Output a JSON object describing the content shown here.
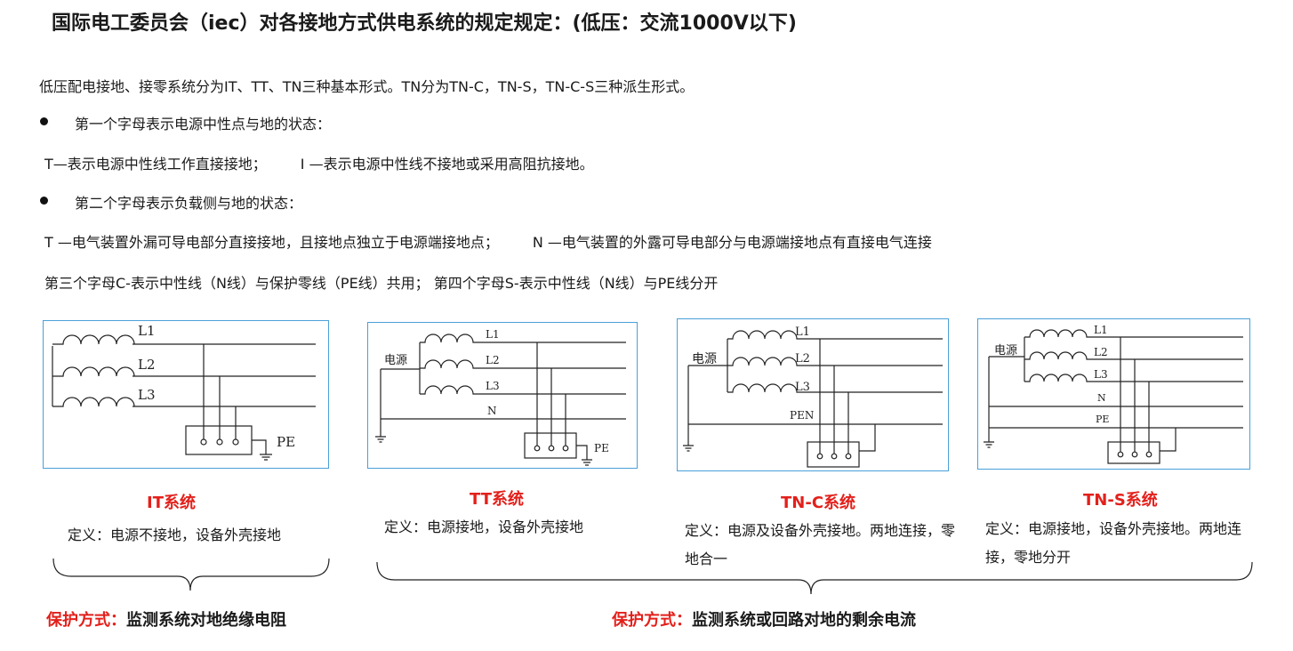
{
  "title": "国际电工委员会（iec）对各接地方式供电系统的规定规定：(低压：交流1000V以下)",
  "intro": "低压配电接地、接零系统分为IT、TT、TN三种基本形式。TN分为TN-C，TN-S，TN-C-S三种派生形式。",
  "first_letter": {
    "heading": "第一个字母表示电源中性点与地的状态：",
    "t_desc": "T—表示电源中性线工作直接接地；",
    "i_desc": "I —表示电源中性线不接地或采用高阻抗接地。"
  },
  "second_letter": {
    "heading": "第二个字母表示负载侧与地的状态：",
    "t_desc": "T —电气装置外漏可导电部分直接接地，且接地点独立于电源端接地点；",
    "n_desc": "N —电气装置的外露可导电部分与电源端接地点有直接电气连接"
  },
  "third_fourth": "第三个字母C-表示中性线（N线）与保护零线（PE线）共用； 第四个字母S-表示中性线（N线）与PE线分开",
  "colors": {
    "panel_border": "#4aa0d8",
    "accent": "#e3201b",
    "wire": "#222222"
  },
  "systems": [
    {
      "title": "IT系统",
      "definition": "定义：电源不接地，设备外壳接地",
      "labels": {
        "l1": "L1",
        "l2": "L2",
        "l3": "L3",
        "pe": "PE"
      }
    },
    {
      "title": "TT系统",
      "definition": "定义：电源接地，设备外壳接地",
      "labels": {
        "source": "电源",
        "l1": "L1",
        "l2": "L2",
        "l3": "L3",
        "n": "N",
        "pe": "PE"
      }
    },
    {
      "title": "TN-C系统",
      "definition": "定义：电源及设备外壳接地。两地连接，零地合一",
      "labels": {
        "source": "电源",
        "l1": "L1",
        "l2": "L2",
        "l3": "L3",
        "pen": "PEN"
      }
    },
    {
      "title": "TN-S系统",
      "definition": "定义：电源接地，设备外壳接地。两地连接，零地分开",
      "labels": {
        "source": "电源",
        "l1": "L1",
        "l2": "L2",
        "l3": "L3",
        "n": "N",
        "pe": "PE"
      }
    }
  ],
  "protection": [
    {
      "label": "保护方式：",
      "text": "监测系统对地绝缘电阻"
    },
    {
      "label": "保护方式：",
      "text": "监测系统或回路对地的剩余电流"
    }
  ]
}
